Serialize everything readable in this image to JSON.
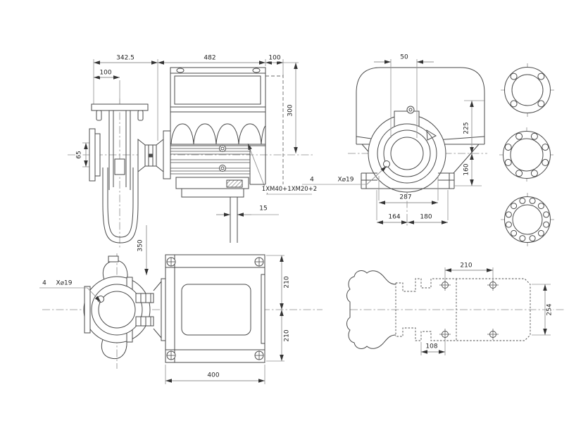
{
  "drawing": {
    "kind": "pump dimensional drawing",
    "colors": {
      "background": "#ffffff",
      "part_line": "#4a4a4a",
      "dim_line": "#8f8f8f",
      "text": "#1f1f1f"
    }
  },
  "views": {
    "side_elevation": {
      "dims": {
        "pump_length": "342.5",
        "motor_length": "482",
        "rear_clearance": "100",
        "port_offset": "100",
        "suction_flange": "65",
        "height_above_axis": "300",
        "cable_entry_width": "15"
      },
      "cable_gland_label": "1XM40+1XM20+2"
    },
    "front_elevation": {
      "dims": {
        "bracket_width": "50",
        "height_upper": "225",
        "height_lower": "160",
        "bolt_span": "287",
        "foot_left": "164",
        "foot_right": "180"
      },
      "bolt_holes": {
        "count": "4",
        "size": "X⌀19"
      }
    },
    "plan": {
      "dims": {
        "port_offset": "350",
        "half_width_upper": "210",
        "half_width_lower": "210",
        "motor_length": "400"
      },
      "bolt_holes": {
        "count": "4",
        "size": "X⌀19"
      }
    },
    "footprint": {
      "dims": {
        "hole_spacing": "210",
        "base_width": "254",
        "hole_offset": "108"
      }
    },
    "flanges": {
      "top_hole_count": 4,
      "middle_hole_count": 8,
      "bottom_hole_count": 12
    }
  }
}
